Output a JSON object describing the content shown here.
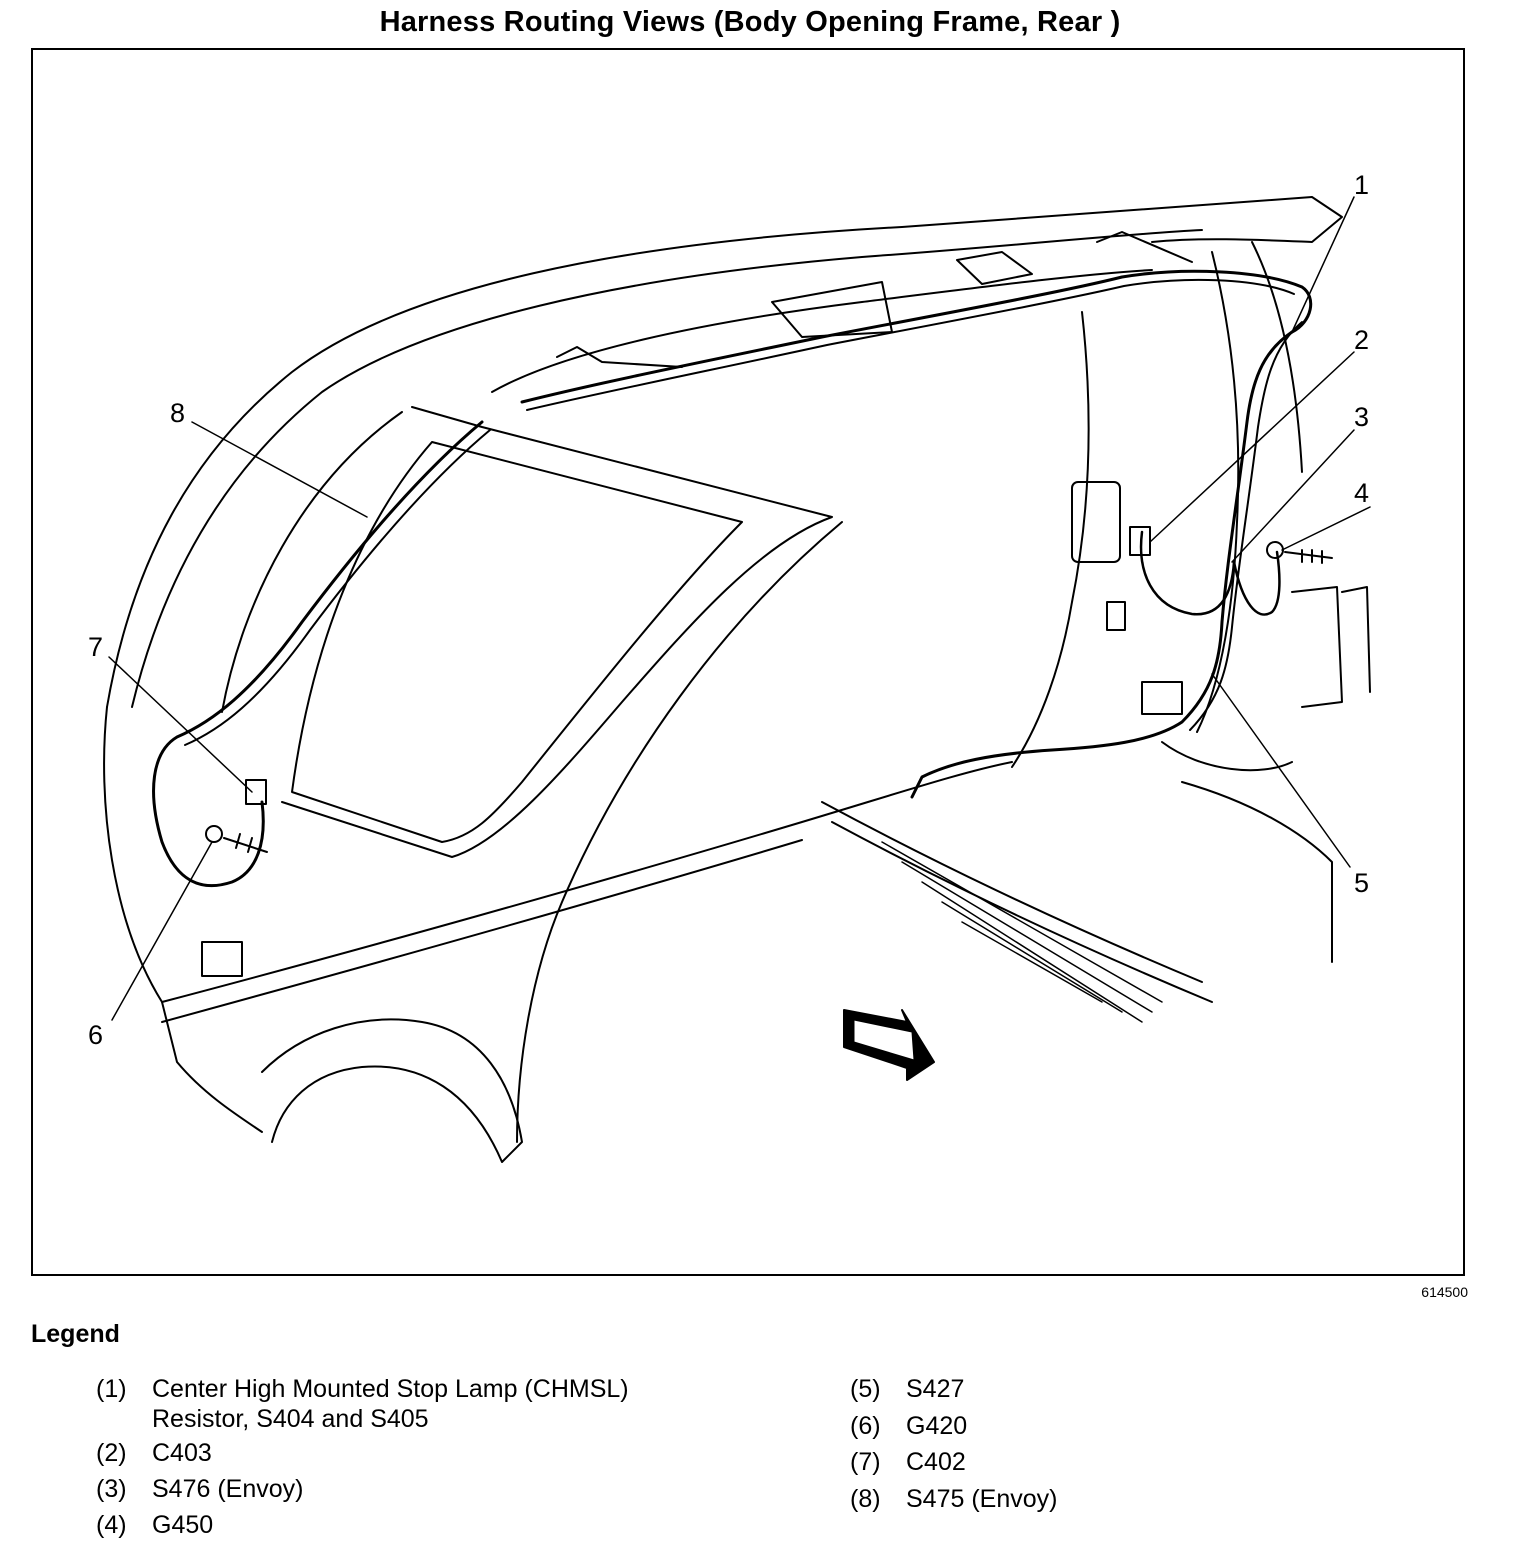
{
  "title": "Harness Routing Views (Body Opening Frame, Rear )",
  "figure_id": "614500",
  "callouts": [
    "1",
    "2",
    "3",
    "4",
    "5",
    "6",
    "7",
    "8"
  ],
  "legend": {
    "heading": "Legend",
    "items": [
      {
        "num": "(1)",
        "text": "Center High Mounted Stop Lamp (CHMSL)\nResistor, S404 and S405"
      },
      {
        "num": "(2)",
        "text": "C403"
      },
      {
        "num": "(3)",
        "text": "S476 (Envoy)"
      },
      {
        "num": "(4)",
        "text": "G450"
      },
      {
        "num": "(5)",
        "text": "S427"
      },
      {
        "num": "(6)",
        "text": "G420"
      },
      {
        "num": "(7)",
        "text": "C402"
      },
      {
        "num": "(8)",
        "text": "S475 (Envoy)"
      }
    ]
  }
}
